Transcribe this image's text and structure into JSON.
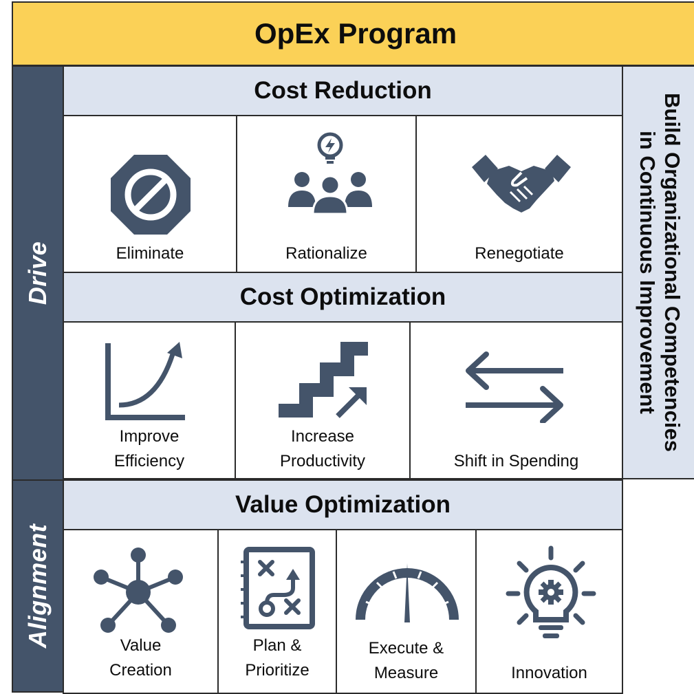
{
  "title": "OpEx Program",
  "side_labels": {
    "drive": "Drive",
    "alignment": "Alignment"
  },
  "right_label": {
    "line1": "Build Organizational Competencies",
    "line2": "in Continuous Improvement"
  },
  "sections": {
    "cost_reduction": {
      "header": "Cost Reduction",
      "items": [
        {
          "label": "Eliminate",
          "icon": "no-entry-octagon-icon"
        },
        {
          "label": "Rationalize",
          "icon": "team-idea-icon"
        },
        {
          "label": "Renegotiate",
          "icon": "handshake-icon"
        }
      ]
    },
    "cost_optimization": {
      "header": "Cost Optimization",
      "items": [
        {
          "label_lines": [
            "Improve",
            "Efficiency"
          ],
          "icon": "growth-curve-icon"
        },
        {
          "label_lines": [
            "Increase",
            "Productivity"
          ],
          "icon": "stairs-up-icon"
        },
        {
          "label": "Shift in Spending",
          "icon": "swap-arrows-icon"
        }
      ]
    },
    "value_optimization": {
      "header": "Value Optimization",
      "items": [
        {
          "label_lines": [
            "Value",
            "Creation"
          ],
          "icon": "network-hub-icon"
        },
        {
          "label_lines": [
            "Plan &",
            "Prioritize"
          ],
          "icon": "strategy-board-icon"
        },
        {
          "label_lines": [
            "Execute &",
            "Measure"
          ],
          "icon": "gauge-icon"
        },
        {
          "label": "Innovation",
          "icon": "lightbulb-gear-icon"
        }
      ]
    }
  },
  "colors": {
    "title_band": "#fbd157",
    "side_band": "#44546a",
    "header_fill": "#dce3ef",
    "icon": "#44546a",
    "border": "#2b2b2b"
  }
}
